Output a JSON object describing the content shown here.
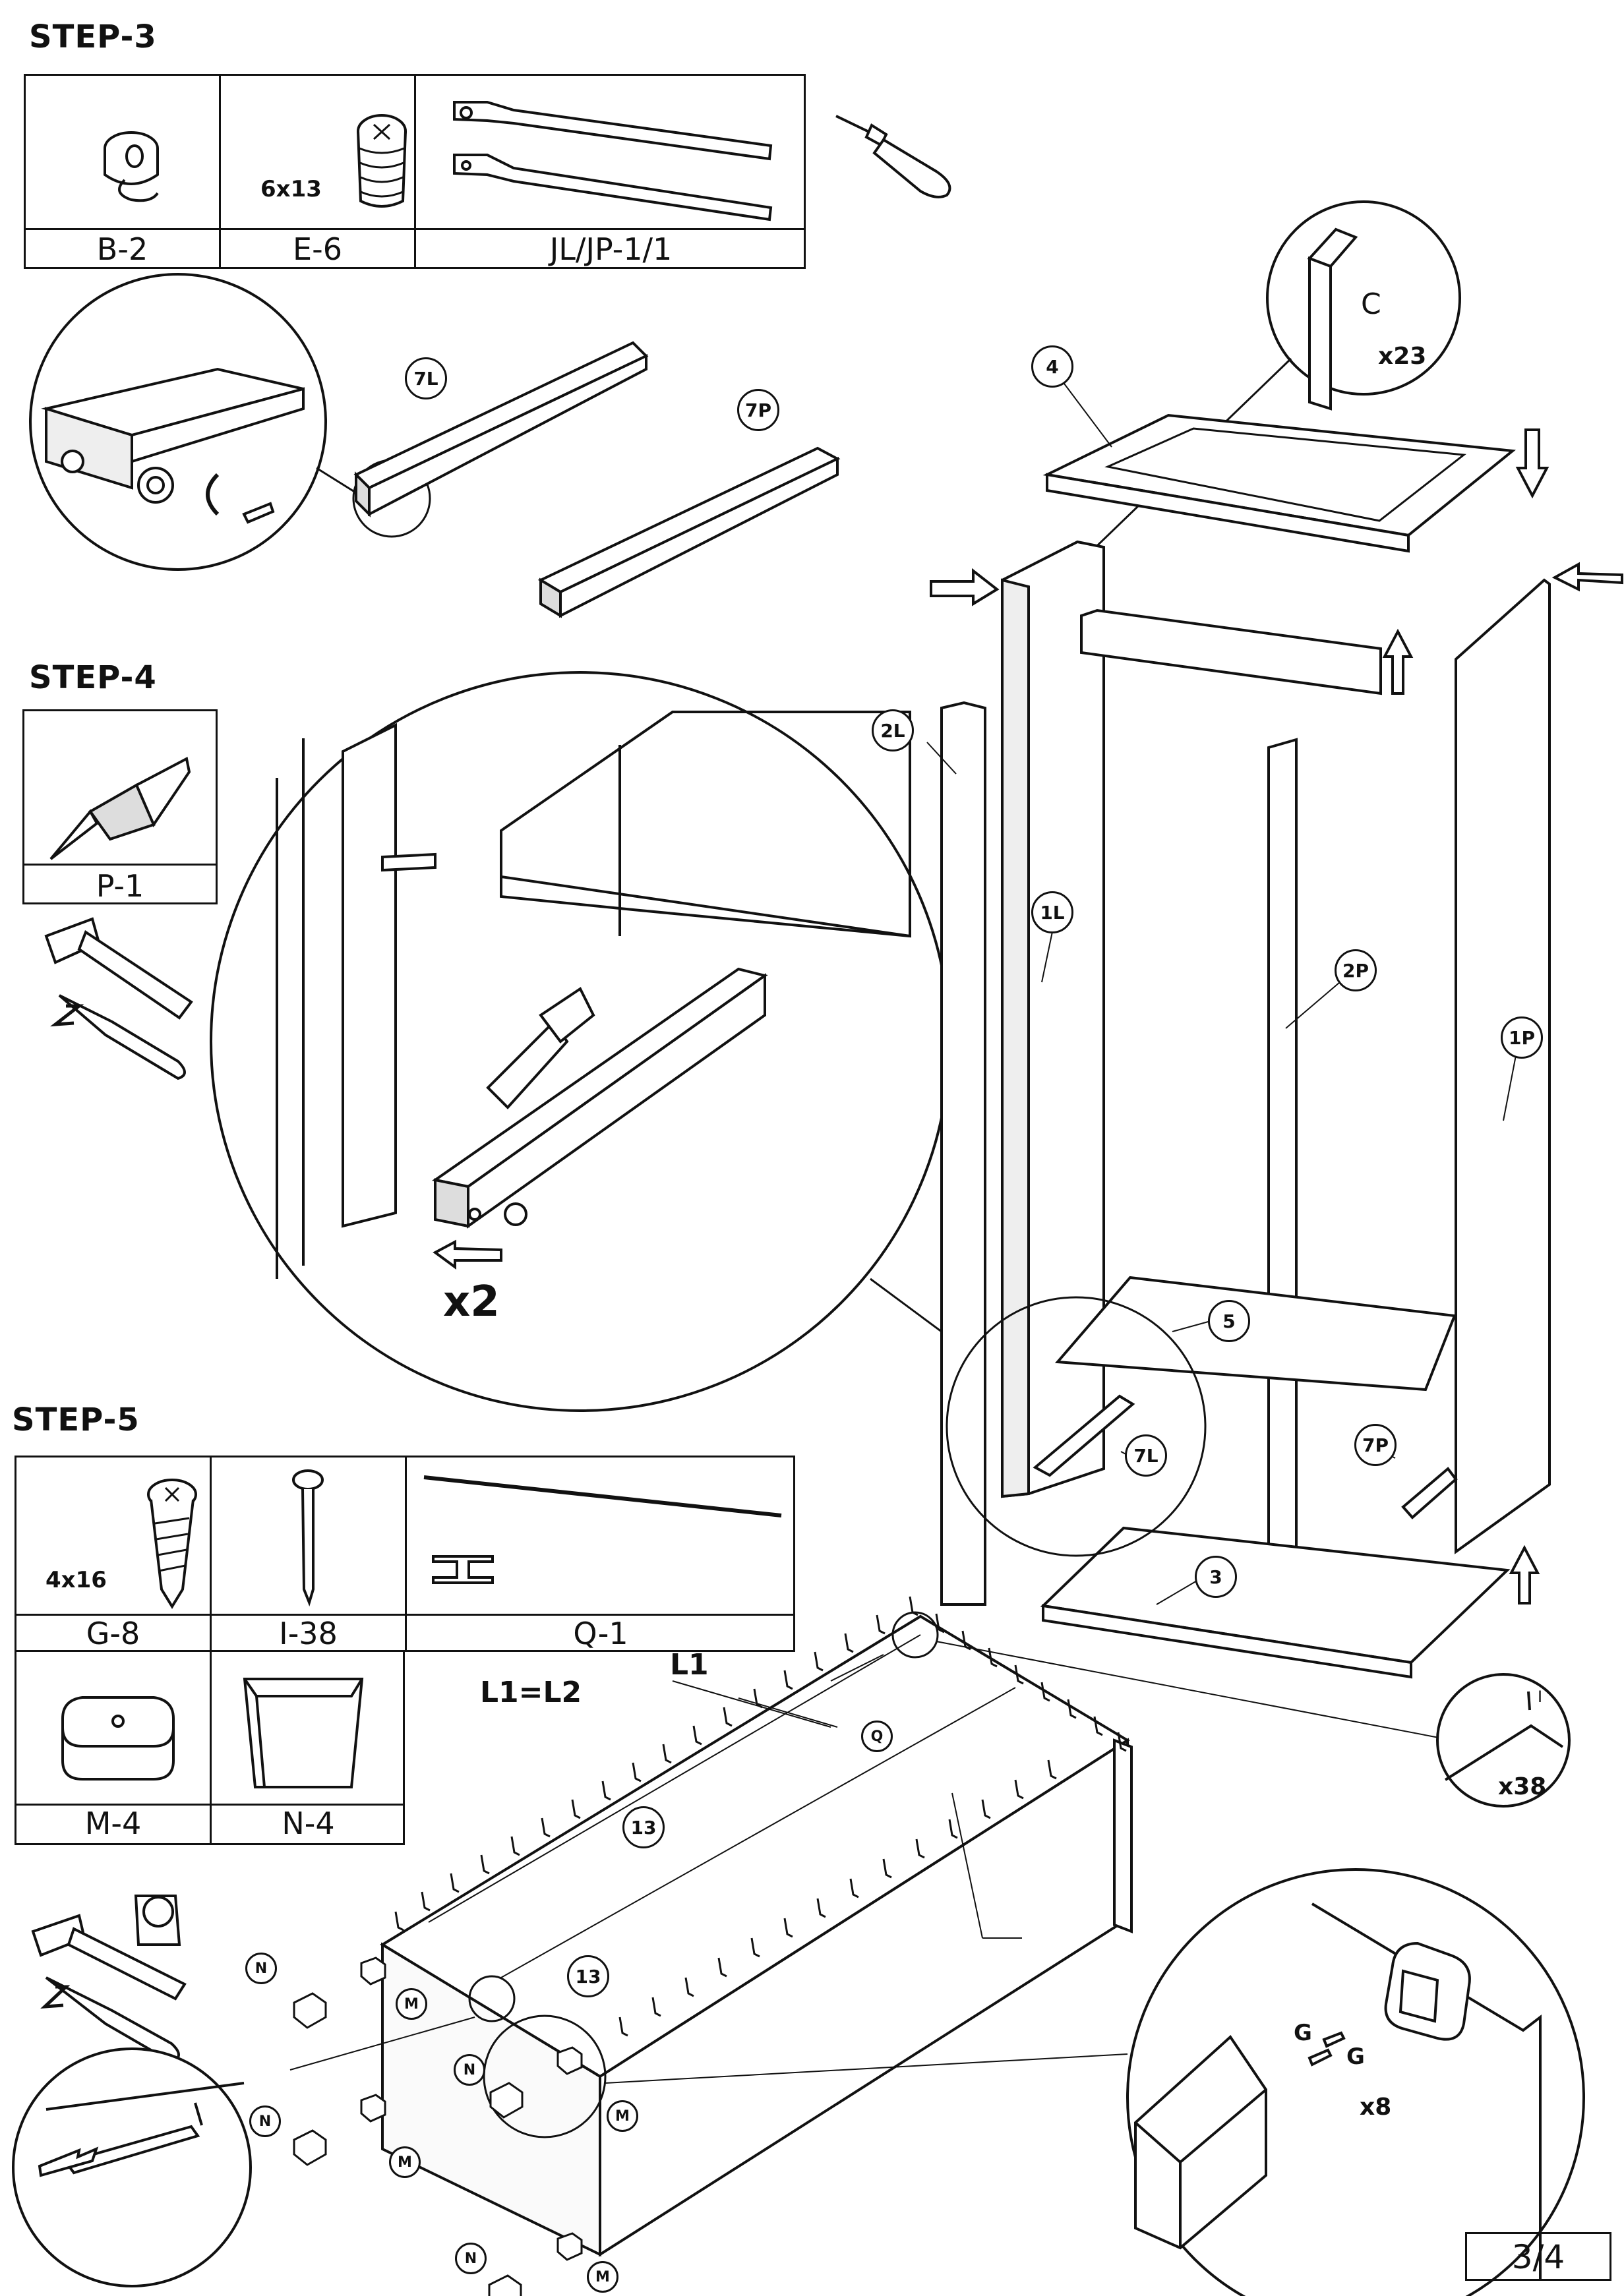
{
  "step3": {
    "title": "STEP-3",
    "parts": [
      {
        "code": "B-2",
        "icon": "cam-lock-icon"
      },
      {
        "code": "E-6",
        "size": "6x13",
        "icon": "euro-screw-icon"
      },
      {
        "code": "JL/JP-1/1",
        "icon": "drawer-rail-icon"
      }
    ],
    "callouts": [
      "7L",
      "7P"
    ]
  },
  "step4": {
    "title": "STEP-4",
    "parts": [
      {
        "code": "P-1",
        "icon": "glue-tube-icon"
      }
    ],
    "multiplier": "x2"
  },
  "step5": {
    "title": "STEP-5",
    "parts": [
      {
        "code": "G-8",
        "size": "4x16",
        "icon": "wood-screw-icon"
      },
      {
        "code": "I-38",
        "icon": "nail-icon"
      },
      {
        "code": "Q-1",
        "icon": "connector-strip-icon"
      },
      {
        "code": "M-4",
        "icon": "leg-bracket-icon"
      },
      {
        "code": "N-4",
        "icon": "tapered-leg-icon"
      }
    ],
    "equation": "L1=L2",
    "l1": "L1",
    "l2": "L2",
    "detail_count_nails": "x38",
    "detail_count_screws": "x8",
    "callouts": [
      "13",
      "13",
      "Q"
    ],
    "fastener_letters": {
      "n": "N",
      "m": "M",
      "g": "G",
      "i": "I"
    }
  },
  "cabinet": {
    "callouts": [
      "4",
      "2L",
      "1L",
      "2P",
      "1P",
      "5",
      "7L",
      "7P",
      "3"
    ],
    "cam_count": "x23",
    "cam_symbol": "C"
  },
  "page_number": "3/4"
}
